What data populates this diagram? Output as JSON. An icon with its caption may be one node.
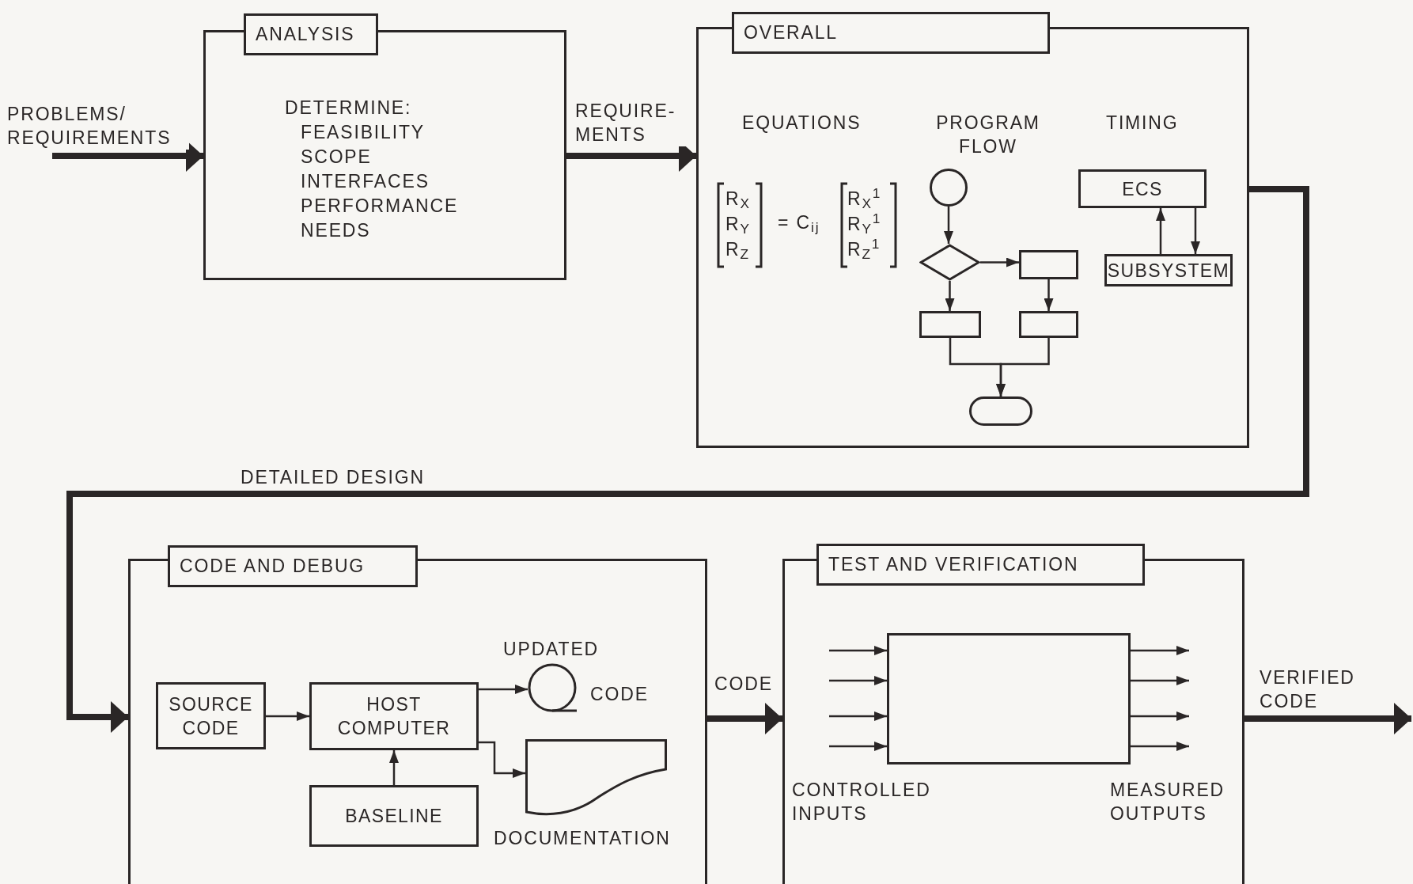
{
  "diagram": {
    "nodes": [
      {
        "text": [
          "ANALYSIS",
          "DETERMINE:",
          "FEASIBILITY",
          "SCOPE",
          "INTERFACES",
          "PERFORMANCE",
          "NEEDS"
        ]
      },
      {
        "text": [
          "OVERALL"
        ]
      },
      {
        "text": [],
        "shape": "circle",
        "in": 1
      },
      {
        "text": [],
        "shape": "diamond",
        "in": 1
      },
      {
        "text": [],
        "shape": "box",
        "in": 1
      },
      {
        "text": [],
        "shape": "box",
        "in": 1
      },
      {
        "text": [],
        "shape": "box",
        "in": 1
      },
      {
        "text": [],
        "shape": "oval",
        "in": 1
      },
      {
        "text": [
          "ECS"
        ],
        "in": 1
      },
      {
        "text": [
          "SUBSYSTEM"
        ],
        "in": 1
      },
      {
        "text": [
          "CODE AND DEBUG"
        ]
      },
      {
        "text": [
          "SOURCE CODE"
        ],
        "in": 10
      },
      {
        "text": [
          "HOST COMPUTER"
        ],
        "in": 10
      },
      {
        "text": [
          "BASELINE"
        ],
        "in": 10
      },
      {
        "text": [],
        "shape": "reel",
        "in": 10,
        "beside": [
          "UPDATED",
          "CODE"
        ]
      },
      {
        "text": [],
        "shape": "document",
        "in": 10,
        "beside": [
          "DOCUMENTATION"
        ]
      },
      {
        "text": [
          "TEST AND VERIFICATION"
        ]
      },
      {
        "text": [],
        "shape": "box",
        "in": 16
      }
    ],
    "edges": [
      {
        "from": null,
        "to": 0,
        "arrow": "to",
        "label": "PROBLEMS/ REQUIREMENTS",
        "style": "thick"
      },
      {
        "from": 0,
        "to": 1,
        "arrow": "to",
        "label": "REQUIRE- MENTS",
        "style": "thick"
      },
      {
        "from": 1,
        "to": 10,
        "arrow": "to",
        "label": "DETAILED DESIGN",
        "style": "thick"
      },
      {
        "from": 10,
        "to": 16,
        "arrow": "to",
        "label": "CODE",
        "style": "thick"
      },
      {
        "from": 16,
        "to": null,
        "arrow": "to",
        "label": "VERIFIED CODE",
        "style": "thick"
      },
      {
        "from": 2,
        "to": 3,
        "arrow": "to"
      },
      {
        "from": 3,
        "to": 4,
        "arrow": "to"
      },
      {
        "from": 3,
        "to": 5,
        "arrow": "to"
      },
      {
        "from": 4,
        "to": 6,
        "arrow": "to"
      },
      {
        "from": 5,
        "to": 7,
        "arrow": "to"
      },
      {
        "from": 6,
        "to": 7,
        "arrow": "to"
      },
      {
        "from": 9,
        "to": 8,
        "arrow": "to"
      },
      {
        "from": 8,
        "to": 9,
        "arrow": "to"
      },
      {
        "from": 11,
        "to": 12,
        "arrow": "to"
      },
      {
        "from": 13,
        "to": 12,
        "arrow": "to"
      },
      {
        "from": 12,
        "to": 14,
        "arrow": "to"
      },
      {
        "from": 12,
        "to": 15,
        "arrow": "to"
      },
      {
        "from": null,
        "to": 17,
        "arrow": "to"
      },
      {
        "from": null,
        "to": 17,
        "arrow": "to"
      },
      {
        "from": null,
        "to": 17,
        "arrow": "to"
      },
      {
        "from": null,
        "to": 17,
        "arrow": "to"
      },
      {
        "from": 17,
        "to": null,
        "arrow": "to"
      },
      {
        "from": 17,
        "to": null,
        "arrow": "to"
      },
      {
        "from": 17,
        "to": null,
        "arrow": "to"
      },
      {
        "from": 17,
        "to": null,
        "arrow": "to"
      }
    ],
    "labels": [
      "EQUATIONS",
      "PROGRAM FLOW",
      "TIMING",
      "R$_{X}$",
      "R$_{Y}$",
      "R$_{Z}$",
      "= C$_{ij}$",
      "R$_{X}$$^{1}$",
      "R$_{Y}$$^{1}$",
      "R$_{Z}$$^{1}$",
      "CONTROLLED INPUTS",
      "MEASURED OUTPUTS"
    ]
  }
}
